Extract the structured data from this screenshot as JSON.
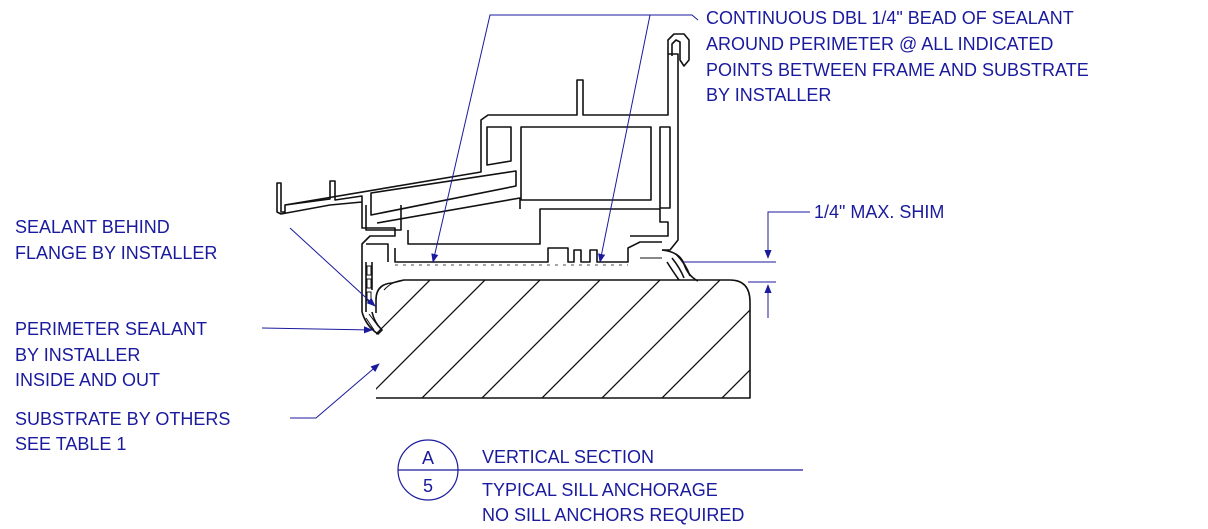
{
  "labels": {
    "continuous_sealant": [
      "CONTINUOUS DBL 1/4\" BEAD OF SEALANT",
      "AROUND PERIMETER @ ALL INDICATED",
      "POINTS BETWEEN FRAME AND SUBSTRATE",
      "BY INSTALLER"
    ],
    "max_shim": "1/4\"  MAX. SHIM",
    "sealant_behind": [
      "SEALANT BEHIND",
      "FLANGE BY INSTALLER"
    ],
    "perimeter_sealant": [
      "PERIMETER SEALANT",
      "BY INSTALLER",
      "INSIDE AND OUT"
    ],
    "substrate": [
      "SUBSTRATE BY OTHERS",
      "SEE TABLE 1"
    ]
  },
  "title_block": {
    "detail_letter": "A",
    "sheet_number": "5",
    "title": "VERTICAL SECTION",
    "subtitle": [
      "TYPICAL SILL ANCHORAGE",
      "NO SILL ANCHORS REQUIRED"
    ]
  },
  "colors": {
    "annotation": "#1a1a9e",
    "linework": "#111111"
  }
}
